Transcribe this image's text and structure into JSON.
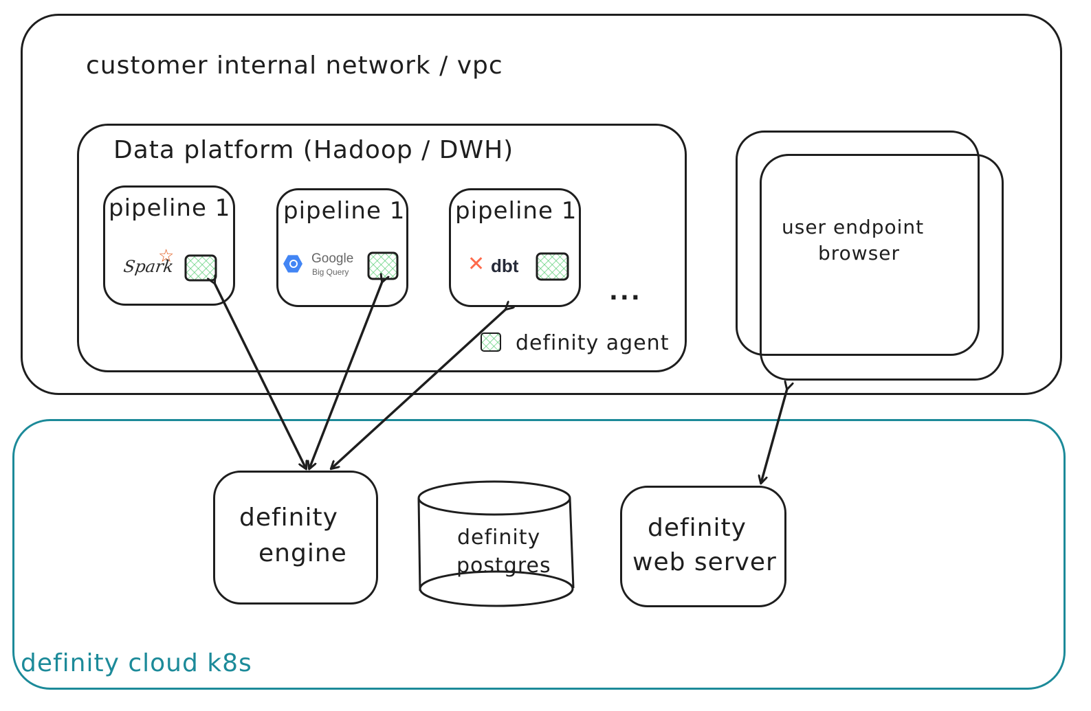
{
  "customer_network": {
    "label": "customer internal network / vpc"
  },
  "data_platform": {
    "label": "Data platform (Hadoop / DWH)",
    "pipelines": [
      {
        "title": "pipeline 1",
        "tool": "Spark",
        "tool_icon": "spark-icon"
      },
      {
        "title": "pipeline 1",
        "tool": "Google",
        "tool_sub": "Big Query",
        "tool_icon": "google-bigquery-icon"
      },
      {
        "title": "pipeline 1",
        "tool": "dbt",
        "tool_icon": "dbt-icon"
      }
    ],
    "more": "...",
    "agent_legend": "definity agent"
  },
  "user_endpoint": {
    "line1": "user endpoint",
    "line2": "browser"
  },
  "cloud": {
    "label": "definity cloud k8s",
    "engine": {
      "line1": "definity",
      "line2": "engine"
    },
    "postgres": {
      "line1": "definity",
      "line2": "postgres"
    },
    "web_server": {
      "line1": "definity",
      "line2": "web server"
    }
  },
  "colors": {
    "stroke": "#1e1e1e",
    "cloud_teal": "#1c8a99",
    "agent_green": "#5fd07a",
    "spark_orange": "#e25a1c",
    "dbt_orange": "#fe6a4b",
    "google_blue": "#4285f4"
  }
}
